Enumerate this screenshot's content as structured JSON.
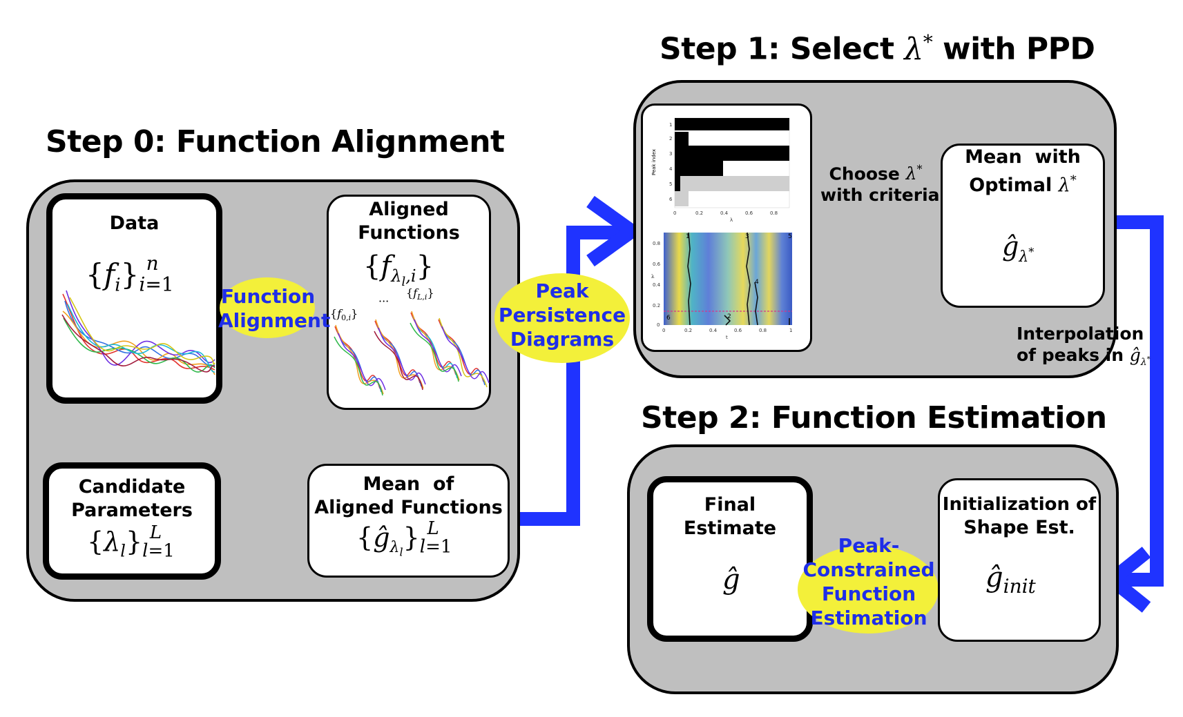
{
  "colors": {
    "arrow_blue": "#1f33ff",
    "label_blue": "#1f2ee8",
    "highlight_yellow": "#f3f03a",
    "panel_gray": "#bfbfbf"
  },
  "step0": {
    "title": "Step 0: Function Alignment",
    "data_box": {
      "label": "Data",
      "math": "{f_i}_{i=1}^n"
    },
    "aligned_box": {
      "label_line1": "Aligned",
      "label_line2": "Functions",
      "math": "{f_{λ_l,i}}",
      "sub_left": "{f_{0,i}}",
      "sub_dots": "···",
      "sub_right": "{f_{L,i}}"
    },
    "candidate_box": {
      "label_line1": "Candidate",
      "label_line2": "Parameters",
      "math": "{λ_l}_{l=1}^L"
    },
    "mean_box": {
      "label_line1": "Mean  of",
      "label_line2": "Aligned Functions",
      "math": "{ĝ_{λ_l}}_{l=1}^L"
    },
    "function_alignment_label": {
      "line1": "Function",
      "line2": "Alignment"
    }
  },
  "ppd_label": {
    "line1": "Peak",
    "line2": "Persistence",
    "line3": "Diagrams"
  },
  "step1": {
    "title": "Step 1: Select  λ*  with PPD",
    "choose_label": {
      "line1": "Choose λ*",
      "line2": "with criteria"
    },
    "mean_opt_box": {
      "label_line1": "Mean  with",
      "label_line2": "Optimal λ*",
      "math": "ĝ_{λ*}"
    },
    "barcode": {
      "ylabel": "Peak index",
      "xlabel": "λ",
      "yticks": [
        "1",
        "2",
        "3",
        "4",
        "5",
        "6"
      ],
      "xticks": [
        "0",
        "0.2",
        "0.4",
        "0.6",
        "0.8"
      ]
    },
    "heatmap": {
      "ylabel": "λ",
      "xlabel": "t",
      "yticks": [
        "0",
        "0.2",
        "0.4",
        "0.6",
        "0.8"
      ],
      "xticks": [
        "0",
        "0.2",
        "0.4",
        "0.6",
        "0.8",
        "1"
      ],
      "peak_labels": [
        "1",
        "2",
        "3",
        "4",
        "5",
        "6"
      ]
    }
  },
  "interpolation_label": {
    "line1": "Interpolation",
    "line2": "of peaks in ĝ_{λ*}"
  },
  "step2": {
    "title": "Step 2: Function Estimation",
    "final_box": {
      "label_line1": "Final",
      "label_line2": "Estimate",
      "math": "ĝ"
    },
    "init_box": {
      "label_line1": "Initialization of",
      "label_line2": "Shape Est.",
      "math": "ĝ_{init}"
    },
    "pcfe_label": {
      "line1": "Peak-",
      "line2": "Constrained",
      "line3": "Function",
      "line4": "Estimation"
    }
  }
}
